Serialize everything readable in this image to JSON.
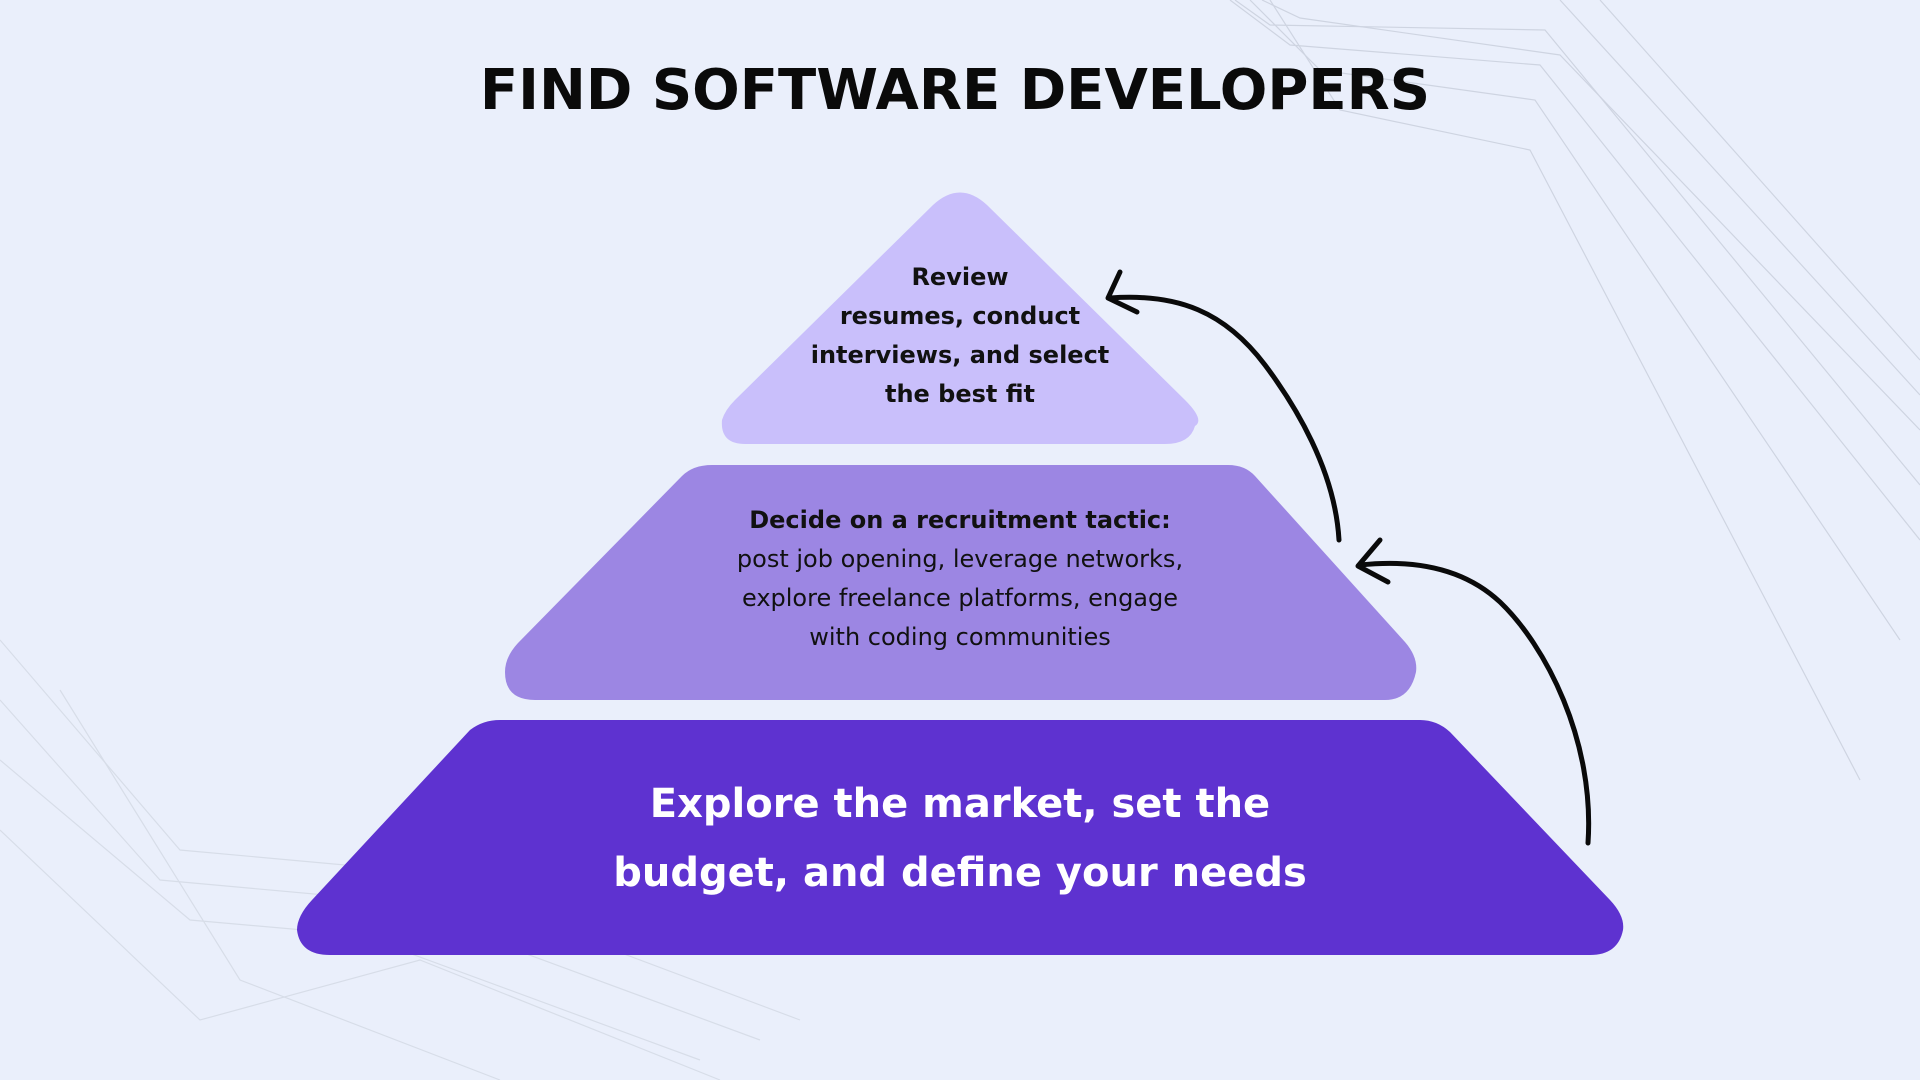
{
  "title": "FIND SOFTWARE DEVELOPERS",
  "colors": {
    "background": "#eaeffb",
    "tier_top": "#c9bffb",
    "tier_middle": "#9c86e3",
    "tier_bottom": "#5e32d0",
    "arrow": "#0a0a0a"
  },
  "tiers": [
    {
      "lines": [
        "Review",
        "resumes, conduct",
        "interviews, and select",
        "the best fit"
      ]
    },
    {
      "lines": [
        "Decide on a recruitment tactic:",
        "post job opening, leverage networks,",
        "explore freelance platforms, engage",
        "with coding communities"
      ]
    },
    {
      "lines": [
        "Explore the market, set the",
        "budget, and define your needs"
      ]
    }
  ]
}
